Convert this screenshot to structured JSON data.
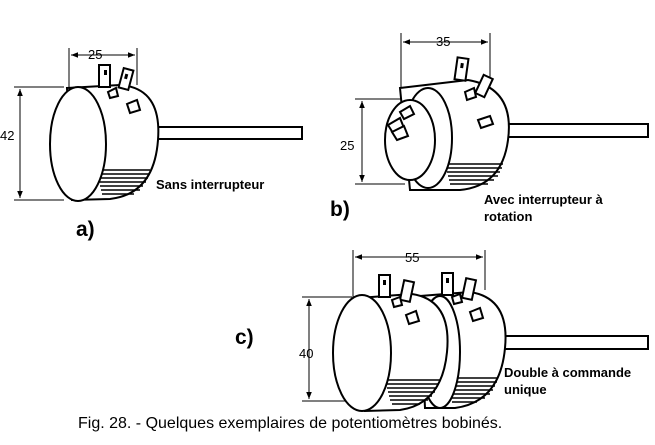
{
  "figure": {
    "a": {
      "part_label": "a)",
      "width_dim": "25",
      "height_dim": "42",
      "description": "Sans interrupteur"
    },
    "b": {
      "part_label": "b)",
      "width_dim": "35",
      "height_dim": "25",
      "description": "Avec interrupteur à rotation"
    },
    "c": {
      "part_label": "c)",
      "width_dim": "55",
      "height_dim": "40",
      "description": "Double à commande unique"
    }
  },
  "caption": "Fig. 28. - Quelques exemplaires de potentiomètres bobinés."
}
